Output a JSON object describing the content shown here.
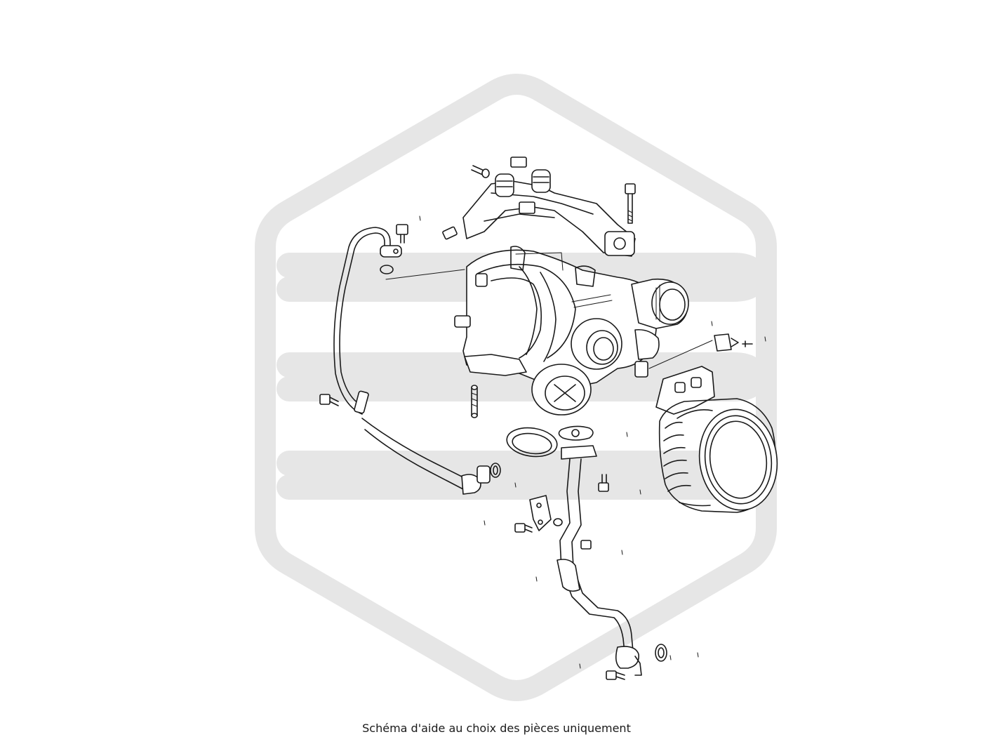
{
  "caption": "Schéma d'aide au choix des pièces uniquement",
  "watermark": {
    "shape": "hexagon-logo",
    "color": "#e6e6e6"
  },
  "parts": [
    {
      "name": "turbocharger"
    },
    {
      "name": "mounting-bracket"
    },
    {
      "name": "oil-feed-pipe"
    },
    {
      "name": "oil-return-pipe"
    },
    {
      "name": "intake-bellows-hose"
    },
    {
      "name": "v-band-clamp"
    },
    {
      "name": "gasket"
    },
    {
      "name": "stud"
    },
    {
      "name": "bolt"
    },
    {
      "name": "washer"
    },
    {
      "name": "sensor-connector"
    }
  ]
}
